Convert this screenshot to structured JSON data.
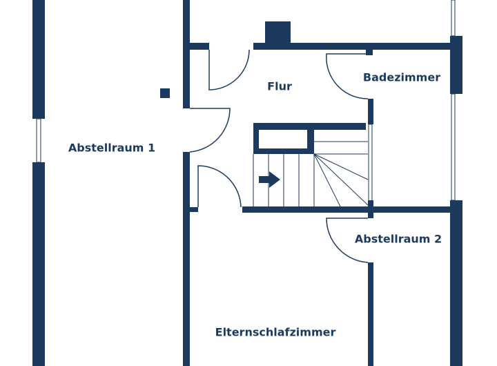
{
  "rooms": {
    "abstellraum1": "Abstellraum 1",
    "flur": "Flur",
    "badezimmer": "Badezimmer",
    "abstellraum2": "Abstellraum 2",
    "elternschlafzimmer": "Elternschlafzimmer"
  },
  "colors": {
    "wall": "#1c3a5e",
    "background": "#ffffff"
  }
}
